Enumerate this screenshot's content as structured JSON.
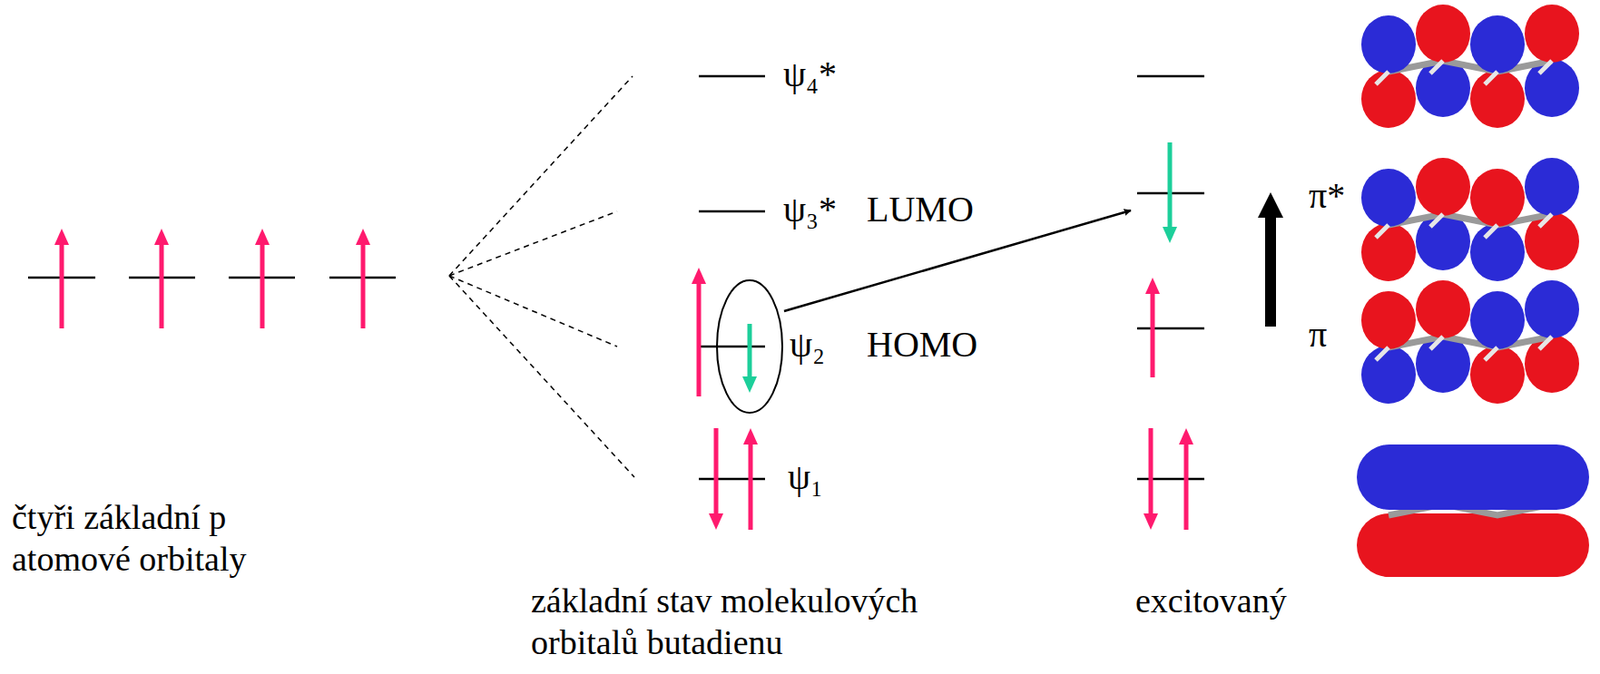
{
  "diagram": {
    "labels": [
      "ψ₄*",
      "ψ₃*",
      "LUMO",
      "ψ₂",
      "HOMO",
      "ψ₁",
      "π*",
      "π",
      "čtyři základní p atomové orbitaly",
      "základní stav molekulových orbitalů butadienu",
      "excitovaný"
    ]
  }
}
